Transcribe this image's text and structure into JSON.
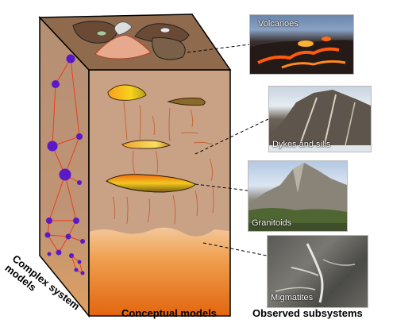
{
  "photos": [
    {
      "caption": "Volcanoes"
    },
    {
      "caption": "Dykes and sills"
    },
    {
      "caption": "Granitoids"
    },
    {
      "caption": "Migmatites"
    }
  ],
  "labels": {
    "complex_line1": "Complex system",
    "complex_line2": "models",
    "conceptual": "Conceptual models",
    "observed": "Observed subsystems"
  },
  "colors": {
    "block_front": "#c9a286",
    "block_side": "#b58f73",
    "block_top": "#8f6a4d",
    "molten_layer": "#f08a23",
    "magma_body": "#f2c21a",
    "network_node": "#5a18c8",
    "network_edge": "#f03a20"
  }
}
